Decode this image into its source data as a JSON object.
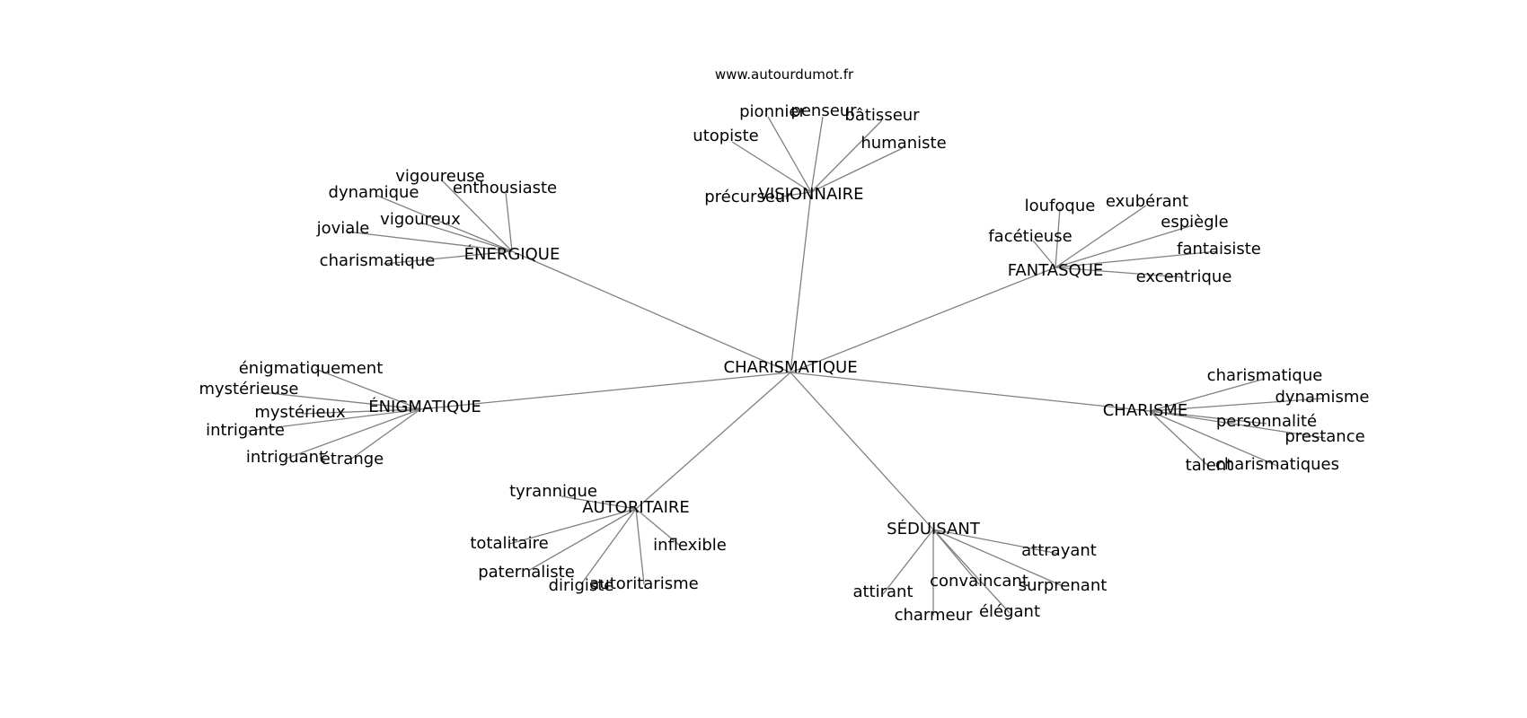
{
  "source": "www.autourdumot.fr",
  "graph": {
    "center": "CHARISMATIQUE",
    "groups": [
      {
        "hub": "VISIONNAIRE",
        "words": [
          "pionnier",
          "penseur",
          "bâtisseur",
          "utopiste",
          "humaniste",
          "précurseur"
        ]
      },
      {
        "hub": "ÉNERGIQUE",
        "words": [
          "vigoureuse",
          "enthousiaste",
          "dynamique",
          "vigoureux",
          "joviale",
          "charismatique"
        ]
      },
      {
        "hub": "FANTASQUE",
        "words": [
          "loufoque",
          "exubérant",
          "espiègle",
          "facétieuse",
          "fantaisiste",
          "excentrique"
        ]
      },
      {
        "hub": "ÉNIGMATIQUE",
        "words": [
          "énigmatiquement",
          "mystérieuse",
          "mystérieux",
          "intrigante",
          "intriguant",
          "étrange"
        ]
      },
      {
        "hub": "CHARISME",
        "words": [
          "charismatique",
          "dynamisme",
          "personnalité",
          "prestance",
          "talent",
          "charismatiques"
        ]
      },
      {
        "hub": "AUTORITAIRE",
        "words": [
          "tyrannique",
          "totalitaire",
          "inflexible",
          "paternaliste",
          "dirigiste",
          "autoritarisme"
        ]
      },
      {
        "hub": "SÉDUISANT",
        "words": [
          "attrayant",
          "convaincant",
          "surprenant",
          "attirant",
          "charmeur",
          "élégant"
        ]
      }
    ]
  }
}
